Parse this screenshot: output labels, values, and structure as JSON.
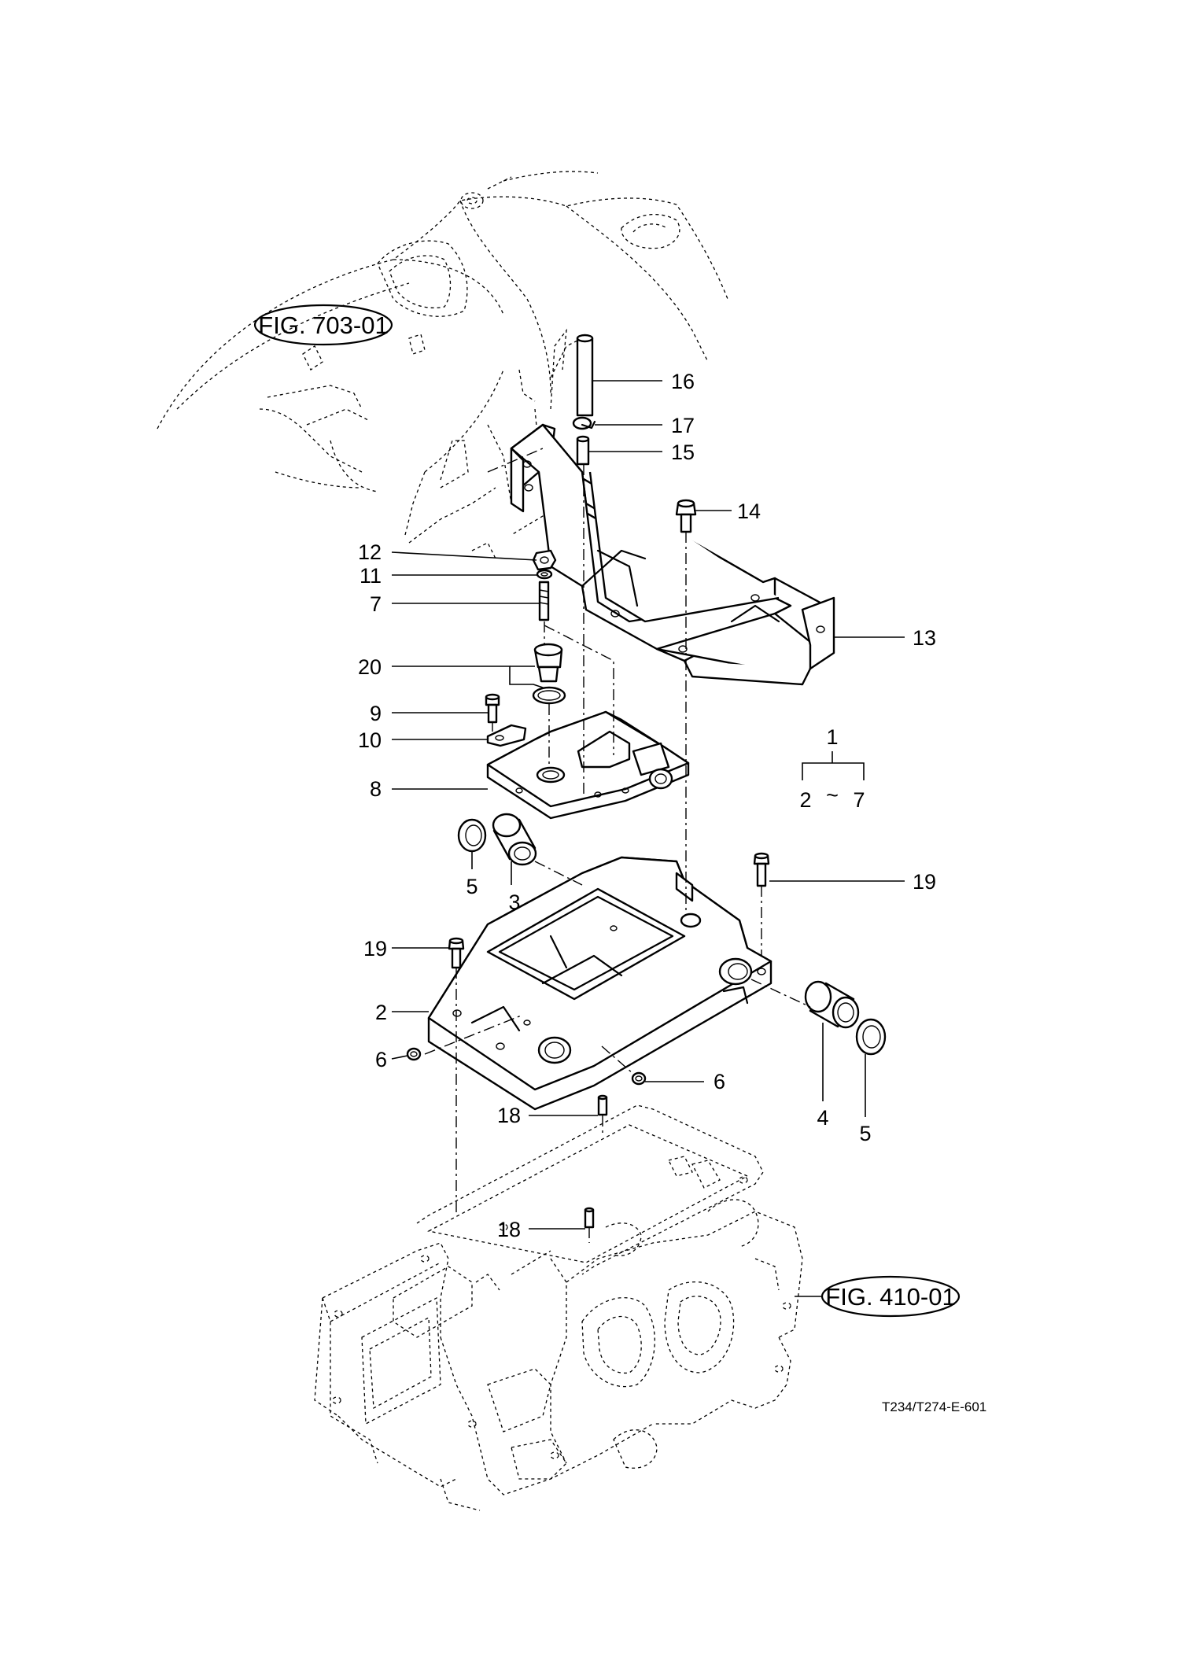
{
  "diagram": {
    "figure_code": "T234/T274-E-601",
    "references": [
      {
        "id": "ref-top",
        "text": "FIG. 703-01"
      },
      {
        "id": "ref-bottom",
        "text": "FIG. 410-01"
      }
    ],
    "callouts": [
      {
        "id": "c16",
        "text": "16"
      },
      {
        "id": "c17",
        "text": "17"
      },
      {
        "id": "c15",
        "text": "15"
      },
      {
        "id": "c14",
        "text": "14"
      },
      {
        "id": "c12",
        "text": "12"
      },
      {
        "id": "c11",
        "text": "11"
      },
      {
        "id": "c7",
        "text": "7"
      },
      {
        "id": "c13",
        "text": "13"
      },
      {
        "id": "c20",
        "text": "20"
      },
      {
        "id": "c9",
        "text": "9"
      },
      {
        "id": "c10",
        "text": "10"
      },
      {
        "id": "c8",
        "text": "8"
      },
      {
        "id": "c5a",
        "text": "5"
      },
      {
        "id": "c3",
        "text": "3"
      },
      {
        "id": "c19a",
        "text": "19"
      },
      {
        "id": "c19b",
        "text": "19"
      },
      {
        "id": "c2",
        "text": "2"
      },
      {
        "id": "c6a",
        "text": "6"
      },
      {
        "id": "c6b",
        "text": "6"
      },
      {
        "id": "c4",
        "text": "4"
      },
      {
        "id": "c5b",
        "text": "5"
      },
      {
        "id": "c18a",
        "text": "18"
      },
      {
        "id": "c18b",
        "text": "18"
      }
    ],
    "assembly_bracket": {
      "top": "1",
      "bottom_left": "2",
      "bottom_sep": "~",
      "bottom_right": "7"
    }
  }
}
